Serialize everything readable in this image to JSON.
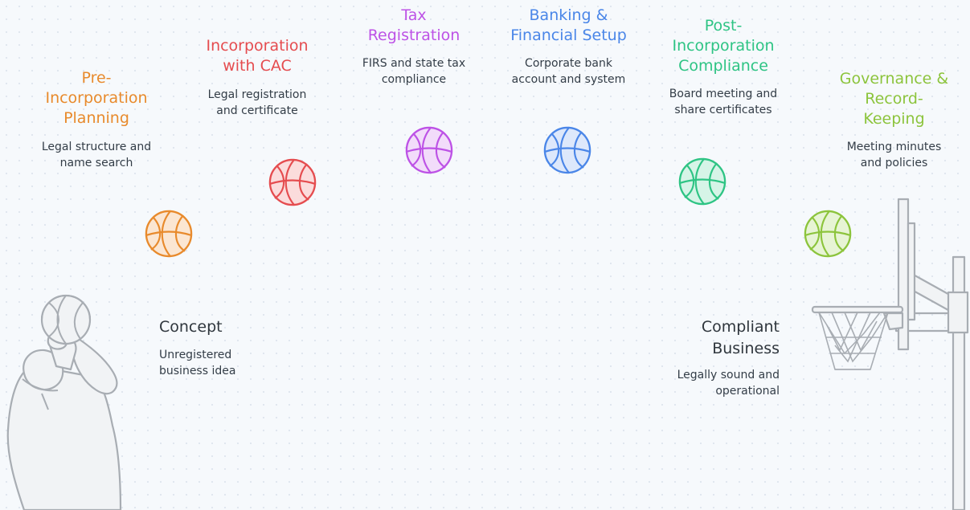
{
  "steps": [
    {
      "title": "Pre-\nIncorporation\nPlanning",
      "desc": "Legal structure and\nname search",
      "color": "#e88a2c",
      "fill": "#fbe6d2",
      "icon": "basketball-icon"
    },
    {
      "title": "Incorporation\nwith CAC",
      "desc": "Legal registration\nand certificate",
      "color": "#e54c4f",
      "fill": "#fbdcdc",
      "icon": "basketball-icon"
    },
    {
      "title": "Tax\nRegistration",
      "desc": "FIRS and state tax\ncompliance",
      "color": "#bd52e6",
      "fill": "#f2dcfa",
      "icon": "basketball-icon"
    },
    {
      "title": "Banking &\nFinancial Setup",
      "desc": "Corporate bank\naccount and system",
      "color": "#4a86e8",
      "fill": "#dde8fb",
      "icon": "basketball-icon"
    },
    {
      "title": "Post-\nIncorporation\nCompliance",
      "desc": "Board meeting and\nshare certificates",
      "color": "#2ec484",
      "fill": "#d6f4e7",
      "icon": "basketball-icon"
    },
    {
      "title": "Governance &\nRecord-\nKeeping",
      "desc": "Meeting minutes\nand policies",
      "color": "#8cc43c",
      "fill": "#e7f4d5",
      "icon": "basketball-icon"
    }
  ],
  "start": {
    "title": "Concept",
    "desc": "Unregistered\nbusiness idea"
  },
  "end": {
    "title": "Compliant\nBusiness",
    "desc": "Legally sound and\noperational"
  },
  "colors": {
    "line_art": "#a8adb3",
    "text_dark": "#2f363d"
  }
}
